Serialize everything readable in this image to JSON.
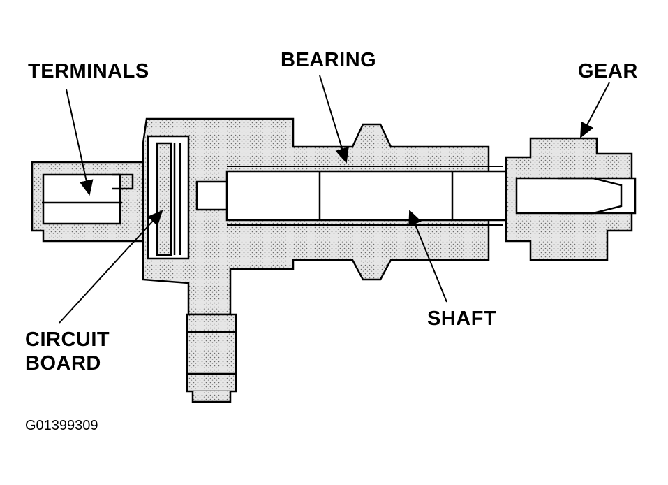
{
  "labels": {
    "terminals": "TERMINALS",
    "bearing": "BEARING",
    "gear": "GEAR",
    "circuit_board_line1": "CIRCUIT",
    "circuit_board_line2": "BOARD",
    "shaft": "SHAFT"
  },
  "figure_id": "G01399309",
  "colors": {
    "ink": "#000000",
    "paper": "#ffffff",
    "stipple": "#cfcfcf"
  }
}
